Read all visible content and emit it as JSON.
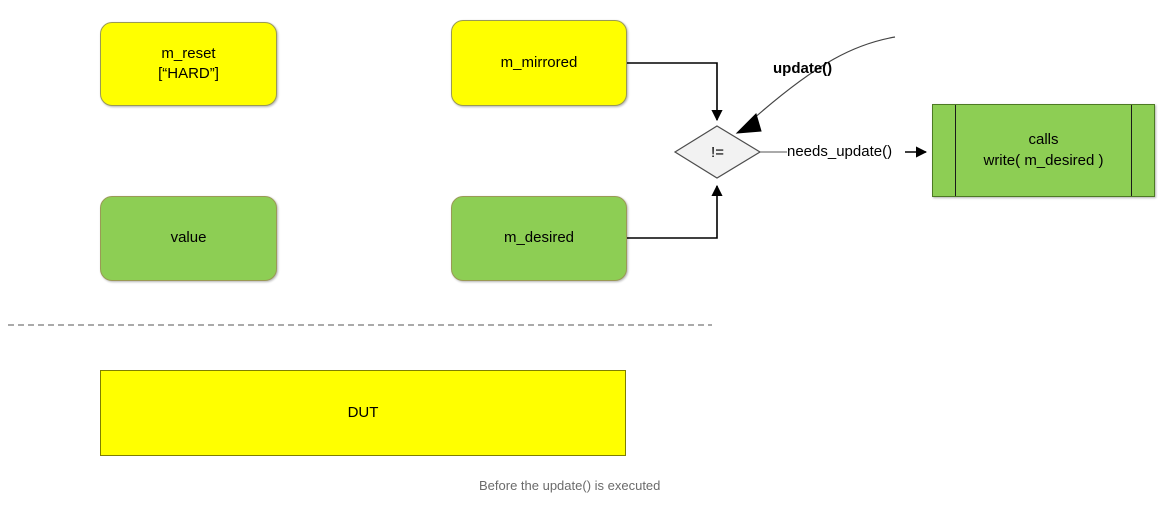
{
  "diagram": {
    "title": "Before the update() is executed",
    "caption": "Before the update() is executed",
    "colors": {
      "yellow": "#ffff00",
      "green": "#8DCE54",
      "diamond_fill": "#f2f2f2",
      "line": "#000000",
      "caption_text": "#6b6b6b",
      "yellow_border": "#9a9a55",
      "green_border": "#4d7a24"
    },
    "nodes": {
      "m_reset": {
        "label": "m_reset\n[“HARD”]",
        "fill": "yellow",
        "shape": "rounded-rect"
      },
      "m_mirrored": {
        "label": "m_mirrored",
        "fill": "yellow",
        "shape": "rounded-rect"
      },
      "value": {
        "label": "value",
        "fill": "green",
        "shape": "rounded-rect"
      },
      "m_desired": {
        "label": "m_desired",
        "fill": "green",
        "shape": "rounded-rect"
      },
      "decision": {
        "label": "!=",
        "fill": "diamond",
        "shape": "diamond"
      },
      "calls_write": {
        "label": "calls\nwrite( m_desired )",
        "fill": "green",
        "shape": "subroutine"
      },
      "dut": {
        "label": "DUT",
        "fill": "yellow",
        "shape": "rect"
      }
    },
    "edge_labels": {
      "update": "update()",
      "needs_update": "needs_update()"
    },
    "separator": {
      "style": "dashed"
    }
  }
}
